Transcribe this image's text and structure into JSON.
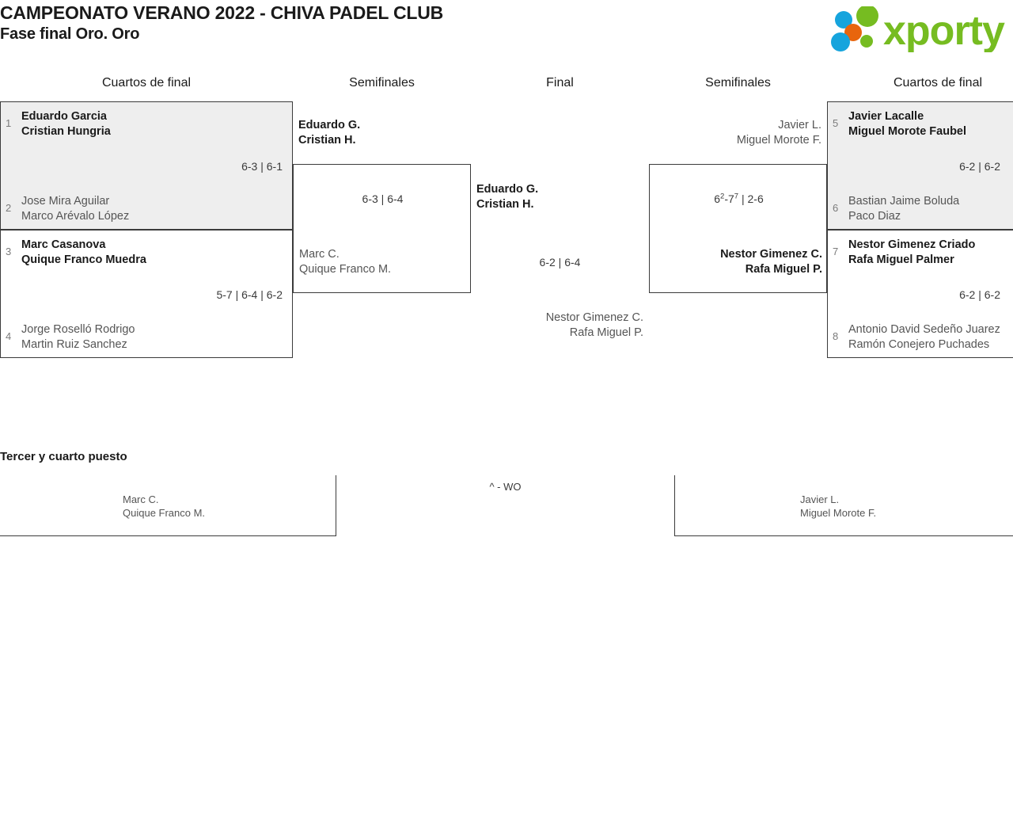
{
  "header": {
    "tournament_title": "CAMPEONATO VERANO 2022 - CHIVA PADEL CLUB",
    "phase_title": "Fase final Oro. Oro",
    "logo_text": "xporty",
    "logo_colors": {
      "green": "#76bc21",
      "blue": "#16a4dd",
      "orange": "#e8650d"
    }
  },
  "rounds": {
    "qf_left": "Cuartos de final",
    "sf_left": "Semifinales",
    "final": "Final",
    "sf_right": "Semifinales",
    "qf_right": "Cuartos de final"
  },
  "bracket": {
    "qf1": {
      "seed_top": "1",
      "top_player1": "Eduardo Garcia",
      "top_player2": "Cristian Hungria",
      "score": "6-3 | 6-1",
      "seed_bottom": "2",
      "bottom_player1": "Jose Mira Aguilar",
      "bottom_player2": "Marco Arévalo López"
    },
    "qf2": {
      "seed_top": "3",
      "top_player1": "Marc Casanova",
      "top_player2": "Quique Franco Muedra",
      "score": "5-7 | 6-4 | 6-2",
      "seed_bottom": "4",
      "bottom_player1": "Jorge Roselló Rodrigo",
      "bottom_player2": "Martin Ruiz Sanchez"
    },
    "qf3": {
      "seed_top": "5",
      "top_player1": "Javier Lacalle",
      "top_player2": "Miguel Morote Faubel",
      "score": "6-2 | 6-2",
      "seed_bottom": "6",
      "bottom_player1": "Bastian Jaime Boluda",
      "bottom_player2": "Paco Diaz"
    },
    "qf4": {
      "seed_top": "7",
      "top_player1": "Nestor Gimenez Criado",
      "top_player2": "Rafa Miguel Palmer",
      "score": "6-2 | 6-2",
      "seed_bottom": "8",
      "bottom_player1": "Antonio David Sedeño Juarez",
      "bottom_player2": "Ramón Conejero Puchades"
    },
    "sf1": {
      "top_player1": "Eduardo G.",
      "top_player2": "Cristian H.",
      "score": "6-3 | 6-4",
      "bottom_player1": "Marc C.",
      "bottom_player2": "Quique Franco M."
    },
    "sf2": {
      "top_player1": "Javier L.",
      "top_player2": "Miguel Morote F.",
      "score_set1_a": "6",
      "score_set1_a_tb": "2",
      "score_set1_b": "7",
      "score_set1_b_tb": "7",
      "score_set2": "2-6",
      "bottom_player1": "Nestor Gimenez C.",
      "bottom_player2": "Rafa Miguel P."
    },
    "final": {
      "top_player1": "Eduardo G.",
      "top_player2": "Cristian H.",
      "score": "6-2 | 6-4",
      "bottom_player1": "Nestor Gimenez C.",
      "bottom_player2": "Rafa Miguel P."
    }
  },
  "third_place": {
    "title": "Tercer y cuarto puesto",
    "left_player1": "Marc C.",
    "left_player2": "Quique Franco M.",
    "score": "^ - WO",
    "right_player1": "Javier L.",
    "right_player2": "Miguel Morote F."
  }
}
